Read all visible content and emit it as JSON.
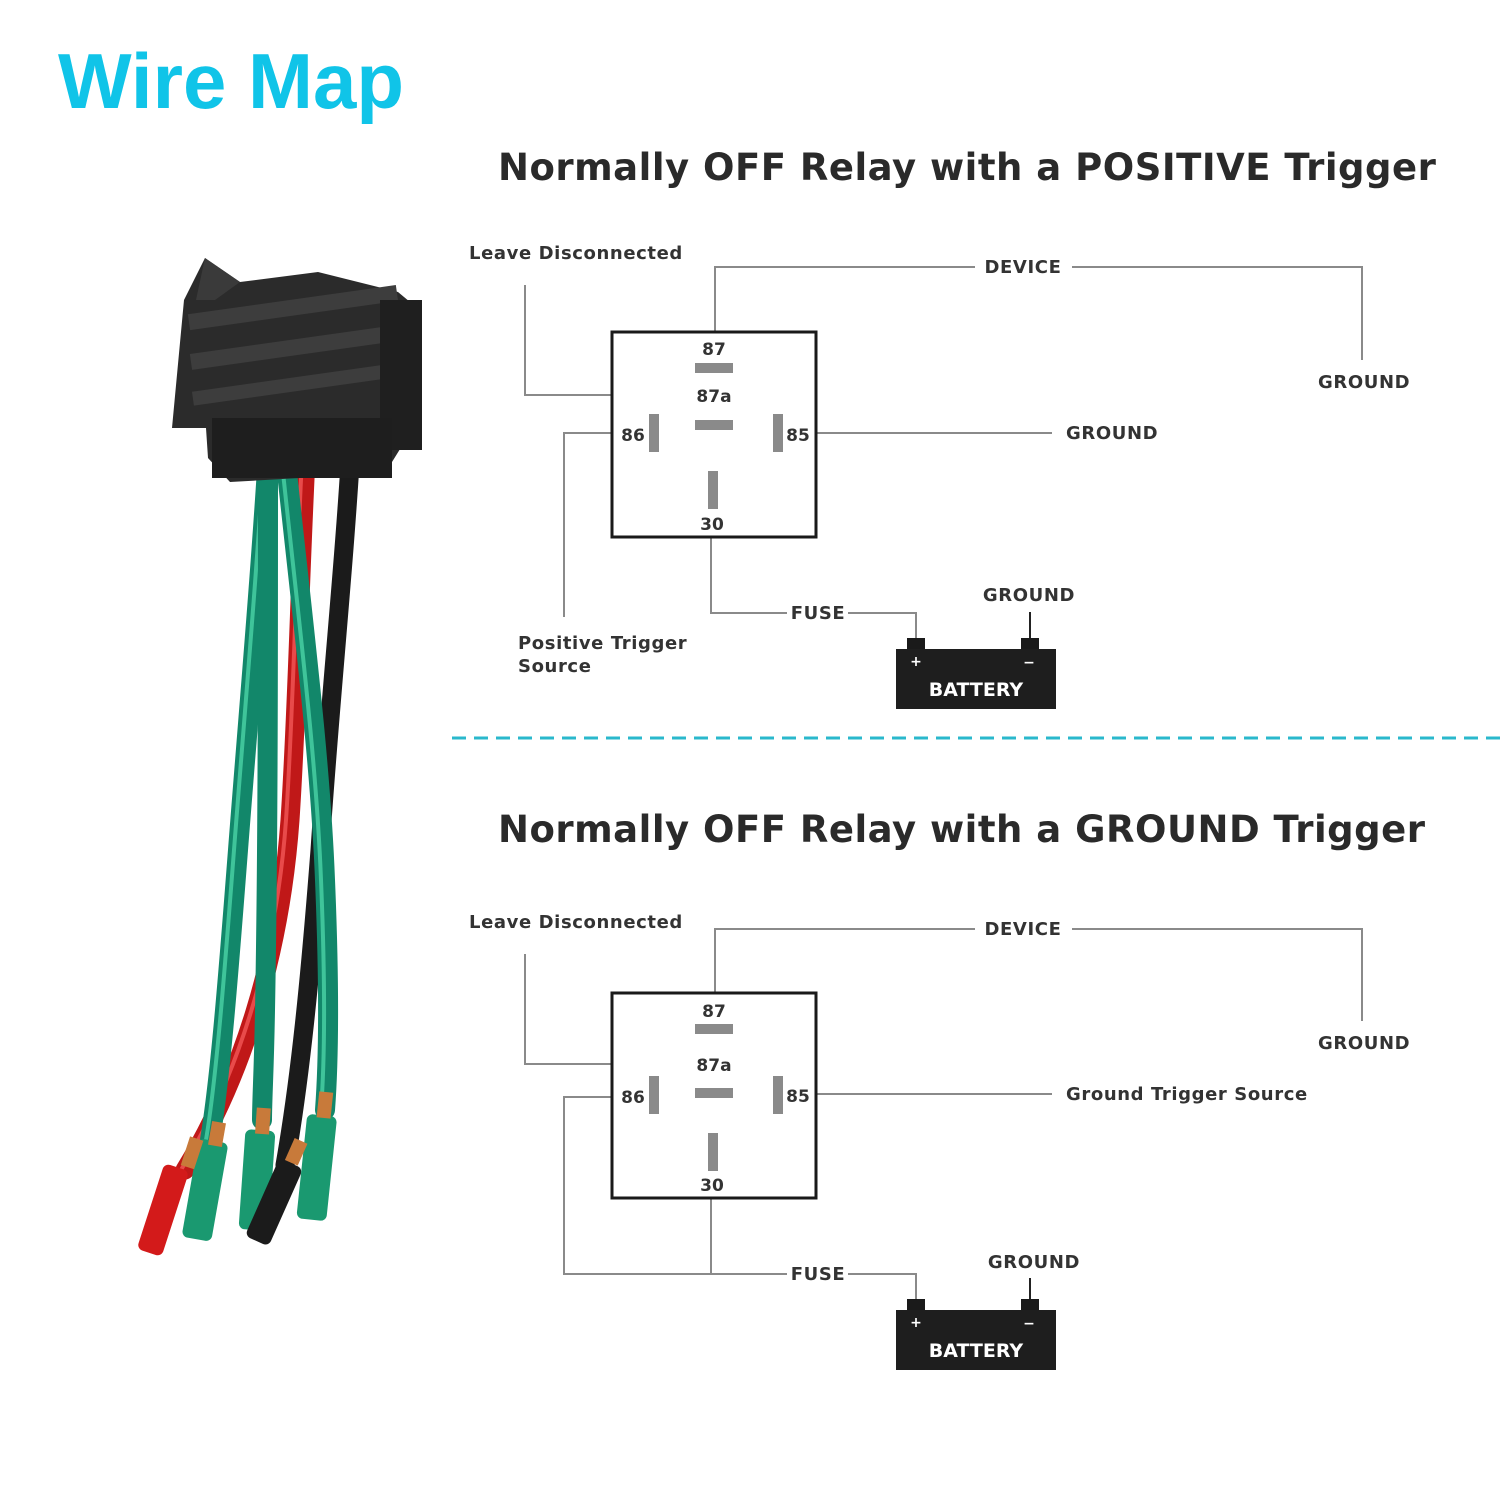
{
  "title": "Wire Map",
  "colors": {
    "title": "#10c4e8",
    "divider": "#2ab8cc",
    "wire_green": "#1a9970",
    "wire_red": "#d31a1a",
    "wire_black": "#1b1b1b",
    "connector": "#2a2a2a"
  },
  "harness": {
    "wire_colors": [
      "green",
      "red",
      "green",
      "black"
    ]
  },
  "diagrams": [
    {
      "title": "Normally OFF Relay with a POSITIVE Trigger",
      "leave_disconnected": "Leave Disconnected",
      "device": "DEVICE",
      "device_ground": "GROUND",
      "pin85_target": "GROUND",
      "pin86_source_line1": "Positive Trigger",
      "pin86_source_line2": "Source",
      "fuse": "FUSE",
      "battery_ground": "GROUND",
      "battery": "BATTERY",
      "plus": "+",
      "minus": "−",
      "pins": {
        "p87": "87",
        "p87a": "87a",
        "p86": "86",
        "p85": "85",
        "p30": "30"
      }
    },
    {
      "title": "Normally OFF Relay with a GROUND Trigger",
      "leave_disconnected": "Leave Disconnected",
      "device": "DEVICE",
      "device_ground": "GROUND",
      "pin85_target": "Ground Trigger Source",
      "fuse": "FUSE",
      "battery_ground": "GROUND",
      "battery": "BATTERY",
      "plus": "+",
      "minus": "−",
      "pins": {
        "p87": "87",
        "p87a": "87a",
        "p86": "86",
        "p85": "85",
        "p30": "30"
      }
    }
  ]
}
